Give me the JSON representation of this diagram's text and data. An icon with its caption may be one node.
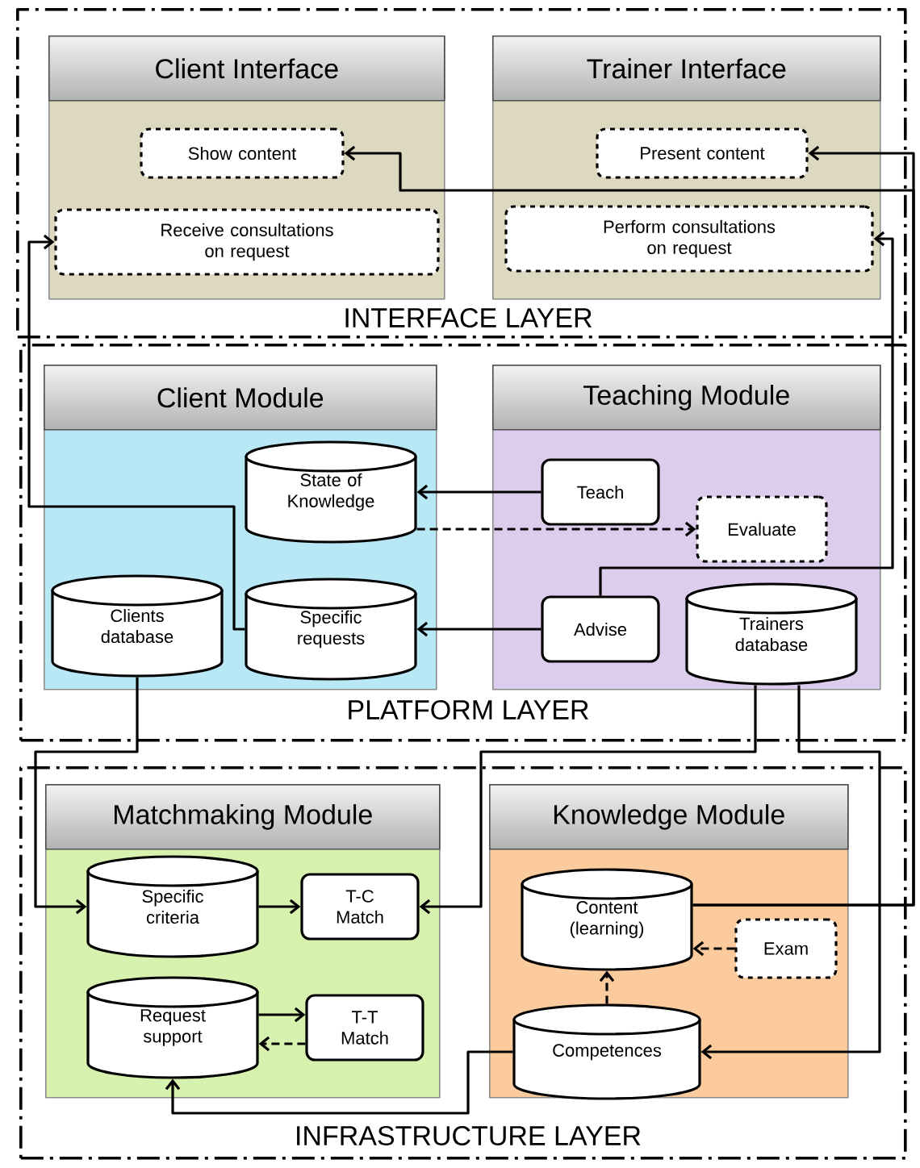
{
  "diagram": {
    "nodes": [
      {
        "text": [
          "INTERFACE LAYER"
        ]
      },
      {
        "text": [
          "Client Interface"
        ],
        "in": 0
      },
      {
        "text": [
          "Show content"
        ],
        "in": 1
      },
      {
        "text": [
          "Receive consultations on request"
        ],
        "in": 1
      },
      {
        "text": [
          "Trainer Interface"
        ],
        "in": 0
      },
      {
        "text": [
          "Present content"
        ],
        "in": 4
      },
      {
        "text": [
          "Perform consultations on request"
        ],
        "in": 4
      },
      {
        "text": [
          "PLATFORM LAYER"
        ]
      },
      {
        "text": [
          "Client Module"
        ],
        "in": 7
      },
      {
        "text": [
          "State of Knowledge"
        ],
        "in": 8
      },
      {
        "text": [
          "Clients database"
        ],
        "in": 8
      },
      {
        "text": [
          "Specific requests"
        ],
        "in": 8
      },
      {
        "text": [
          "Teaching Module"
        ],
        "in": 7
      },
      {
        "text": [
          "Teach"
        ],
        "in": 12
      },
      {
        "text": [
          "Evaluate"
        ],
        "in": 12
      },
      {
        "text": [
          "Advise"
        ],
        "in": 12
      },
      {
        "text": [
          "Trainers database"
        ],
        "in": 12
      },
      {
        "text": [
          "INFRASTRUCTURE LAYER"
        ]
      },
      {
        "text": [
          "Matchmaking Module"
        ],
        "in": 17
      },
      {
        "text": [
          "Specific criteria"
        ],
        "in": 18
      },
      {
        "text": [
          "T-C Match"
        ],
        "in": 18
      },
      {
        "text": [
          "Request support"
        ],
        "in": 18
      },
      {
        "text": [
          "T-T Match"
        ],
        "in": 18
      },
      {
        "text": [
          "Knowledge Module"
        ],
        "in": 17
      },
      {
        "text": [
          "Content (learning)"
        ],
        "in": 23
      },
      {
        "text": [
          "Exam"
        ],
        "in": 23
      },
      {
        "text": [
          "Competences"
        ],
        "in": 23
      }
    ],
    "edges": [
      {
        "from": 13,
        "to": 9,
        "arrow": "to"
      },
      {
        "from": 9,
        "to": 14,
        "arrow": "to",
        "style": "dashed"
      },
      {
        "from": 15,
        "to": 11,
        "arrow": "to"
      },
      {
        "from": 11,
        "to": 3,
        "arrow": "to"
      },
      {
        "from": 15,
        "to": 6,
        "arrow": "to"
      },
      {
        "from": 24,
        "to": 5,
        "arrow": "to"
      },
      {
        "from": 24,
        "to": 2,
        "arrow": "to"
      },
      {
        "from": 10,
        "to": 19,
        "arrow": "to"
      },
      {
        "from": 16,
        "to": 20,
        "arrow": "to"
      },
      {
        "from": 16,
        "to": 26,
        "arrow": "to"
      },
      {
        "from": 19,
        "to": 20,
        "arrow": "to"
      },
      {
        "from": 21,
        "to": 22,
        "arrow": "to"
      },
      {
        "from": 22,
        "to": 21,
        "arrow": "to",
        "style": "dashed"
      },
      {
        "from": 25,
        "to": 24,
        "arrow": "to",
        "style": "dashed"
      },
      {
        "from": 26,
        "to": 24,
        "arrow": "to",
        "style": "dashed"
      },
      {
        "from": 26,
        "to": 21,
        "arrow": "to"
      }
    ]
  }
}
